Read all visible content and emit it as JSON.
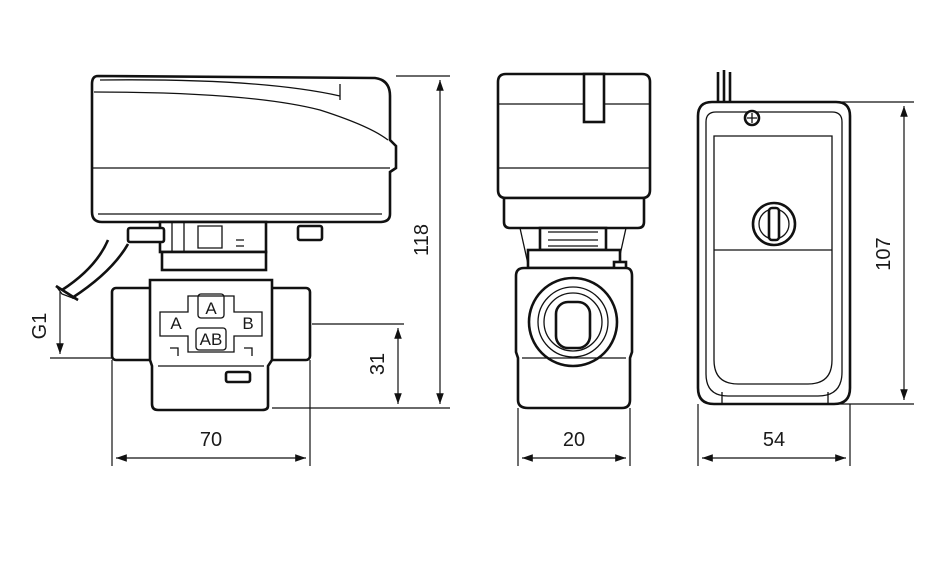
{
  "drawing": {
    "ports": {
      "a_top": "A",
      "a_left": "A",
      "b_right": "B",
      "ab_bottom": "AB"
    },
    "dimensions": {
      "overall_height": "118",
      "pipe_offset": "31",
      "thread": "G1",
      "valve_width": "70",
      "side_width": "20",
      "rear_width": "54",
      "rear_height": "107"
    }
  }
}
